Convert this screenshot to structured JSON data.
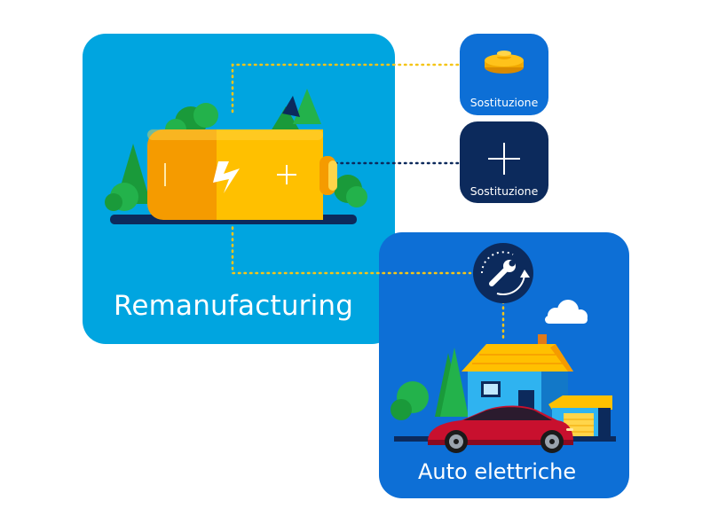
{
  "cards": {
    "remanufacturing": {
      "label": "Remanufacturing"
    },
    "electric_cars": {
      "label": "Auto elettriche"
    }
  },
  "tiles": [
    {
      "label": "Sostituzione",
      "icon": "battery-cell-icon"
    },
    {
      "label": "Sostituzione",
      "icon": "plus-icon"
    }
  ],
  "icons": {
    "battery": "battery-icon",
    "wrench": "wrench-cycle-icon",
    "house": "house-icon",
    "car": "electric-car-icon",
    "cloud": "cloud-icon"
  },
  "colors": {
    "remanufacturing_bg": "#00a5e0",
    "electric_cars_bg": "#0d6fd6",
    "tile_dark": "#0c2a5c",
    "connector_dots": "#f5c518",
    "connector_dark": "#0c2a5c"
  }
}
